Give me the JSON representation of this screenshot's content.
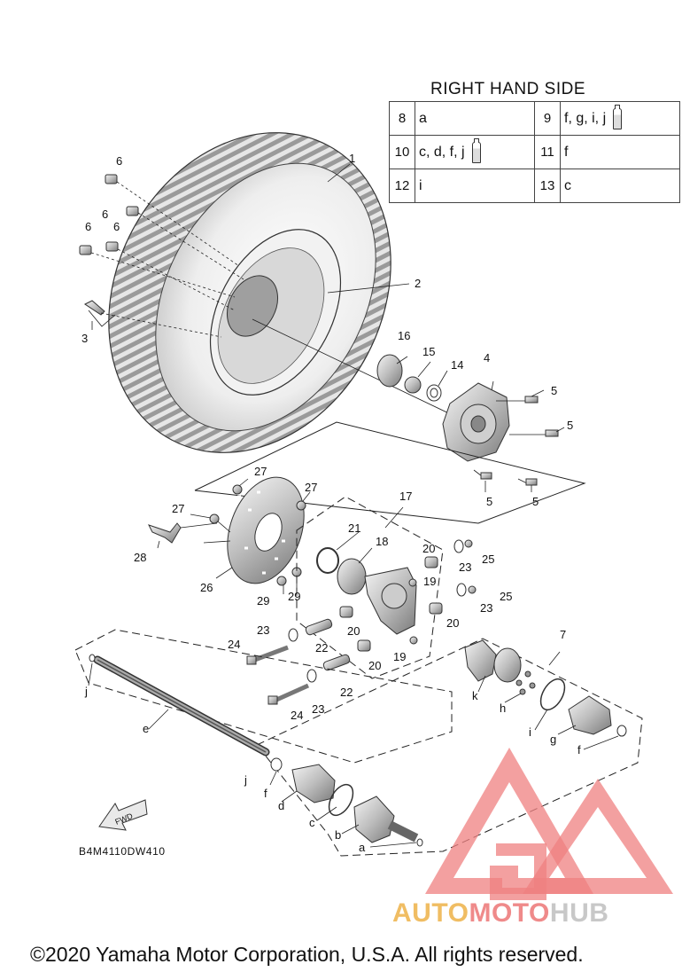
{
  "legend": {
    "title": "RIGHT HAND SIDE",
    "rows": [
      [
        {
          "num": "8",
          "text": "a",
          "tube": false
        },
        {
          "num": "9",
          "text": "f, g, i, j",
          "tube": true
        }
      ],
      [
        {
          "num": "10",
          "text": "c, d, f, j",
          "tube": true
        },
        {
          "num": "11",
          "text": "f",
          "tube": false
        }
      ],
      [
        {
          "num": "12",
          "text": "i",
          "tube": false
        },
        {
          "num": "13",
          "text": "c",
          "tube": false
        }
      ]
    ]
  },
  "callouts": {
    "n1": "1",
    "n2": "2",
    "n3": "3",
    "n4": "4",
    "n5a": "5",
    "n5b": "5",
    "n5c": "5",
    "n5d": "5",
    "n6a": "6",
    "n6b": "6",
    "n6c": "6",
    "n6d": "6",
    "n7": "7",
    "n14": "14",
    "n15": "15",
    "n16": "16",
    "n17": "17",
    "n18": "18",
    "n19a": "19",
    "n19b": "19",
    "n20a": "20",
    "n20b": "20",
    "n20c": "20",
    "n20d": "20",
    "n21": "21",
    "n22a": "22",
    "n22b": "22",
    "n23a": "23",
    "n23b": "23",
    "n23c": "23",
    "n23d": "23",
    "n24a": "24",
    "n24b": "24",
    "n25a": "25",
    "n25b": "25",
    "n26": "26",
    "n27a": "27",
    "n27b": "27",
    "n27c": "27",
    "n28": "28",
    "n29a": "29",
    "n29b": "29",
    "la": "a",
    "lb": "b",
    "lc": "c",
    "ld": "d",
    "le": "e",
    "lf1": "f",
    "lf2": "f",
    "lg": "g",
    "lh": "h",
    "li": "i",
    "lj1": "j",
    "lj2": "j",
    "lk": "k"
  },
  "fwd_label": "FWD",
  "diagram_code": "B4M4110DW410",
  "watermark": {
    "part1": "AUTO",
    "part2": "MOTO",
    "part3": "HUB"
  },
  "copyright": "©2020 Yamaha Motor Corporation, U.S.A. All rights reserved."
}
